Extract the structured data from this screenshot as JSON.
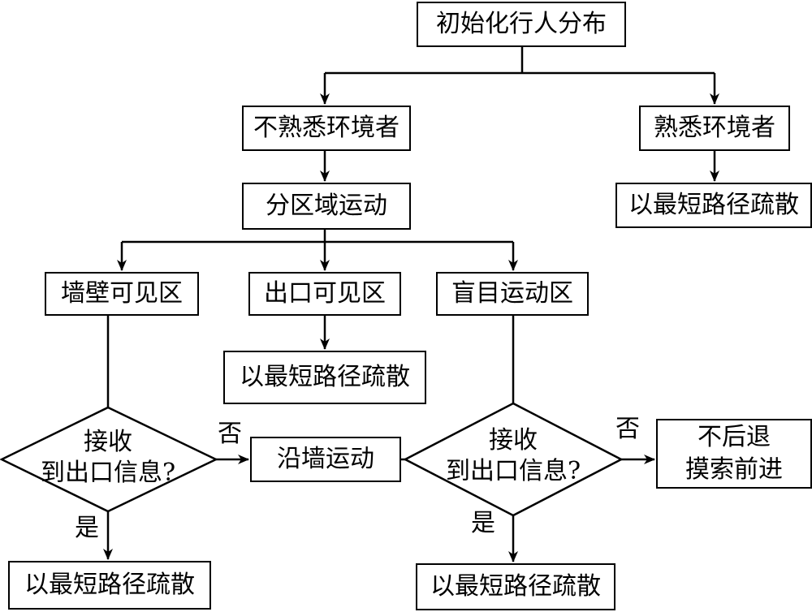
{
  "nodes": {
    "init": "初始化行人分布",
    "unfamiliar": "不熟悉环境者",
    "familiar": "熟悉环境者",
    "shortest_familiar": "以最短路径疏散",
    "zone_move": "分区域运动",
    "wall_zone": "墙壁可见区",
    "exit_zone": "出口可见区",
    "blind_zone": "盲目运动区",
    "shortest_exit": "以最短路径疏散",
    "decision_left_line1": "接收",
    "decision_left_line2": "到出口信息?",
    "along_wall": "沿墙运动",
    "decision_right_line1": "接收",
    "decision_right_line2": "到出口信息?",
    "no_retreat_line1": "不后退",
    "no_retreat_line2": "摸索前进",
    "shortest_left": "以最短路径疏散",
    "shortest_right": "以最短路径疏散"
  },
  "edge_labels": {
    "no_left": "否",
    "no_right": "否",
    "yes_left": "是",
    "yes_right": "是"
  }
}
